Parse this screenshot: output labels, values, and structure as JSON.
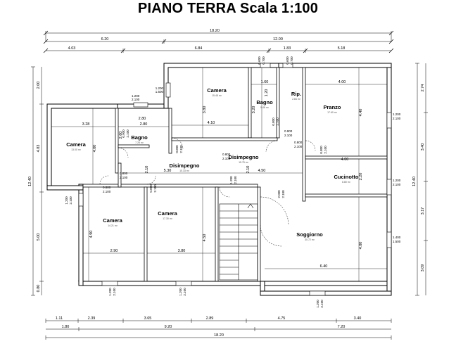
{
  "title": "PIANO TERRA Scala 1:100",
  "dims_top": {
    "total": "18.20",
    "d1": "6.20",
    "d2": "12.00",
    "s1": "4.03",
    "s2": "6.84",
    "s3": "1.83",
    "s4": "5.18"
  },
  "dims_bottom": {
    "b1": "1.11",
    "b2": "2.39",
    "b3": "3.65",
    "b4": "2.89",
    "b5": "4.75",
    "b6": "3.40",
    "c1": "1.80",
    "c2": "9.20",
    "c3": "7.20",
    "total": "18.20"
  },
  "dims_left": {
    "l1": "2.00",
    "l2": "4.83",
    "l3": "5.00",
    "l4": "0.80",
    "total": "12.40"
  },
  "dims_right": {
    "r1": "2.74",
    "r2": "3.40",
    "r3": "3.17",
    "r4": "3.09",
    "total": "12.40"
  },
  "rooms": {
    "camera1": {
      "name": "Camera",
      "area": "13.00 m²"
    },
    "bagno1": {
      "name": "Bagno",
      "area": "7.28 m²"
    },
    "camera2": {
      "name": "Camera",
      "area": "15.48 m²"
    },
    "bagno2": {
      "name": "Bagno",
      "area": "5.48 m²"
    },
    "rip": {
      "name": "Rip.",
      "area": "2.84 m²"
    },
    "pranzo": {
      "name": "Pranzo",
      "area": "17.60 m²"
    },
    "disimpegno1": {
      "name": "Disimpegno",
      "area": "10.33 m²"
    },
    "disimpegno2": {
      "name": "Disimpegno",
      "area": "15.75 m²"
    },
    "cucinotto": {
      "name": "Cucinotto",
      "area": "8.80 m²"
    },
    "camera3": {
      "name": "Camera",
      "area": "14.21 m²"
    },
    "camera4": {
      "name": "Camera",
      "area": "17.30 m²"
    },
    "soggiorno": {
      "name": "Soggiorno",
      "area": "30.72 m²"
    }
  },
  "internal_dims": {
    "camera1_w": "3.28",
    "camera1_h": "4.00",
    "bagno1_w": "2.80",
    "bagno1_h": "2.60",
    "camera2_h": "3.80",
    "camera2_w": "4.10",
    "bagno2_w": "1.60",
    "bagno2_h": "3.20",
    "rip_w": "1.20",
    "pranzo_w": "4.00",
    "pranzo_h": "4.40",
    "dis1_w": "5.30",
    "dis1_h": "2.10",
    "dis2_w": "4.50",
    "dis2_h": "2.10",
    "cucinotto_w": "4.00",
    "cucinotto_h": "2.20",
    "camera3_w": "2.90",
    "camera3_h": "4.90",
    "camera4_w": "3.80",
    "camera4_h": "4.50",
    "soggiorno_w": "6.40",
    "soggiorno_h": "4.80"
  },
  "sills": {
    "w_cam2_left": [
      "1.200",
      "1.500"
    ],
    "w_top_mid": [
      "0.600",
      "0.700"
    ],
    "w_top_rip": [
      "0.600",
      "0.700"
    ],
    "w_bagno1": [
      "1.200",
      "2.100"
    ],
    "w_cam1_bottom": [
      "1.200",
      "2.100"
    ],
    "w_pranzo": [
      "1.200",
      "2.100"
    ],
    "w_cucinotto": [
      "1.200",
      "2.100"
    ],
    "w_soggiorno_r": [
      "1.400",
      "1.500"
    ],
    "w_cam3": [
      "1.200",
      "2.100"
    ],
    "w_cam4": [
      "1.200",
      "2.100"
    ],
    "w_sogg_b": [
      "1.200",
      "2.100"
    ],
    "d_bagno1": [
      "0.900",
      "2.100"
    ],
    "d_dis1a": [
      "0.800",
      "2.100"
    ],
    "d_dis1b": [
      "0.800",
      "2.100"
    ],
    "d_cam3": [
      "0.800",
      "2.100"
    ],
    "d_cam4": [
      "0.800",
      "2.100"
    ],
    "d_dis2": [
      "0.800",
      "2.100"
    ],
    "d_bagno2": [
      "0.800",
      "2.100"
    ],
    "d_rip": [
      "0.900",
      "2.100"
    ],
    "d_pranzo": [
      "0.800",
      "2.100"
    ],
    "d_pranzo2": [
      "0.800",
      "2.100"
    ],
    "d_sogg": [
      "2.000",
      "2.100"
    ],
    "d_stair": [
      "1.200",
      "2.100"
    ]
  }
}
